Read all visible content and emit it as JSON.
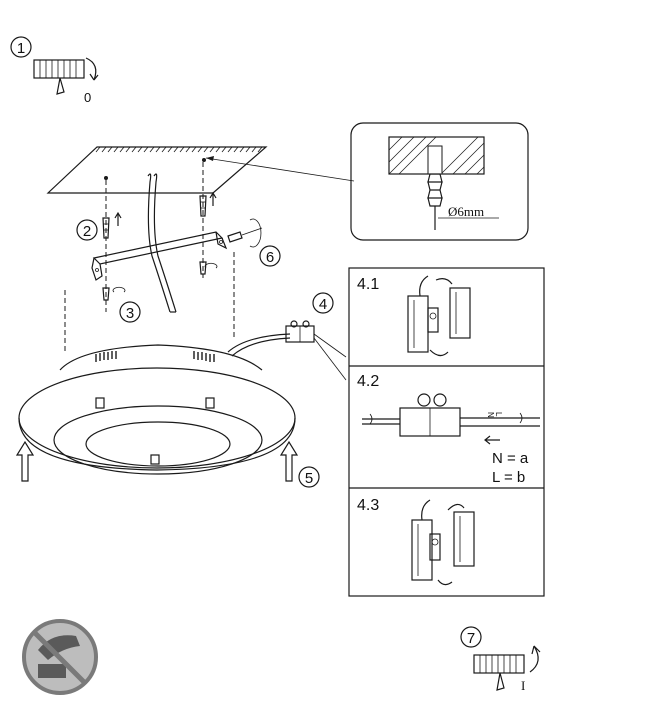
{
  "steps": {
    "s1": "1",
    "s2": "2",
    "s3": "3",
    "s4": "4",
    "s5": "5",
    "s6": "6",
    "s7": "7"
  },
  "switch_labels": {
    "off": "0",
    "on": "I"
  },
  "drill_detail": {
    "diameter": "Ø6mm"
  },
  "panels": {
    "p41": "4.1",
    "p42": "4.2",
    "p43": "4.3"
  },
  "wiring": {
    "n_eq": "N = a",
    "l_eq": "L = b",
    "wire_n": "N",
    "wire_l": "L"
  },
  "icons": [
    "power-switch-off-icon",
    "no-wet-cloth-icon",
    "power-switch-on-icon",
    "dowel-icon",
    "screw-icon",
    "terminal-block-icon",
    "arrow-up-icon"
  ]
}
